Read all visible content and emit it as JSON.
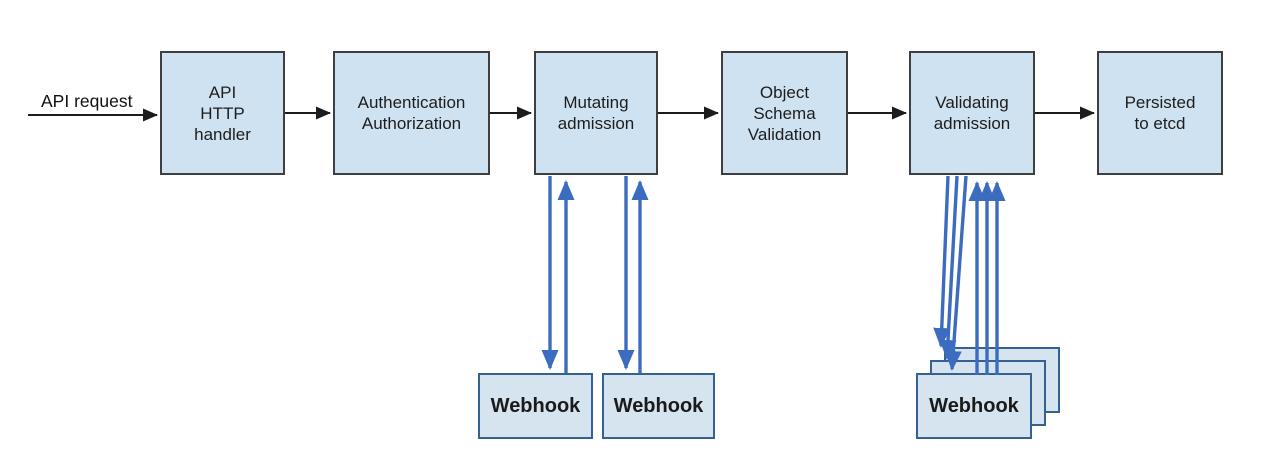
{
  "diagram": {
    "source_label": "API request",
    "stages": [
      {
        "id": "api-http-handler",
        "label": "API\nHTTP\nhandler"
      },
      {
        "id": "authentication-authorization",
        "label": "Authentication\nAuthorization"
      },
      {
        "id": "mutating-admission",
        "label": "Mutating\nadmission"
      },
      {
        "id": "object-schema-validation",
        "label": "Object\nSchema\nValidation"
      },
      {
        "id": "validating-admission",
        "label": "Validating\nadmission"
      },
      {
        "id": "persisted-to-etcd",
        "label": "Persisted\nto etcd"
      }
    ],
    "webhooks": {
      "mutating": [
        {
          "label": "Webhook"
        },
        {
          "label": "Webhook"
        }
      ],
      "validating": [
        {
          "label": "Webhook"
        }
      ]
    },
    "colors": {
      "box_fill": "#cfe2f1",
      "box_border": "#3f3f3f",
      "webhook_fill": "#d6e4f0",
      "webhook_border": "#35618f",
      "flow_arrow": "#1c1c1c",
      "webhook_arrow": "#3c6cc0"
    }
  }
}
